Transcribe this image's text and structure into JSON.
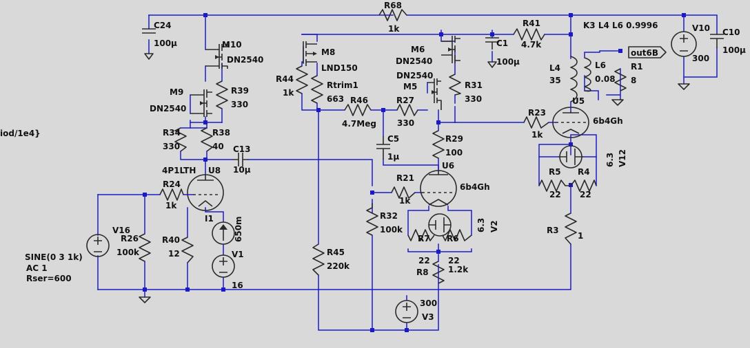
{
  "labels": {
    "R68": "R68",
    "R68_v": "1k",
    "C24": "C24",
    "C24_v": "100µ",
    "M10": "M10",
    "M10_v": "DN2540",
    "R39": "R39",
    "R39_v": "330",
    "M9": "M9",
    "M9_v": "DN2540",
    "R34": "R34",
    "R34_v": "330",
    "R38": "R38",
    "R38_v": "40",
    "C13": "C13",
    "C13_v": "10µ",
    "U8": "U8",
    "U8_v": "4P1LTH",
    "R24": "R24",
    "R24_v": "1k",
    "R26": "R26",
    "R26_v": "100k",
    "V16": "V16",
    "src1": "SINE(0 3 1k)",
    "src2": "AC 1",
    "src3": "Rser=600",
    "R40": "R40",
    "R40_v": "12",
    "I1": "I1",
    "I1_v": "650m",
    "V1": "V1",
    "V1_v": "16",
    "M8": "M8",
    "M8_v": "LND150",
    "R44": "R44",
    "R44_v": "1k",
    "Rtrim1": "Rtrim1",
    "Rtrim1_v": "663",
    "R46": "R46",
    "R46_v": "4.7Meg",
    "M6": "M6",
    "M6_v": "DN2540",
    "M5": "M5",
    "M5_v": "DN2540",
    "R31": "R31",
    "R31_v": "330",
    "R27": "R27",
    "R27_v": "330",
    "C5": "C5",
    "C5_v": "1µ",
    "R29": "R29",
    "R29_v": "100",
    "U6": "U6",
    "U6_v": "6b4Gh",
    "R21": "R21",
    "R21_v": "1k",
    "R32": "R32",
    "R32_v": "100k",
    "V2": "V2",
    "V2_v": "6.3",
    "R7": "R7",
    "R7_v": "22",
    "R6": "R6",
    "R6_v": "22",
    "R8": "R8",
    "R8_v": "1.2k",
    "R45": "R45",
    "R45_v": "220k",
    "V3": "V3",
    "V3_v": "300",
    "R41": "R41",
    "R41_v": "4.7k",
    "C1": "C1",
    "C1_v": "100µ",
    "K3": "K3 L4 L6 0.9996",
    "L4": "L4",
    "L4_v": "35",
    "L6": "L6",
    "L6_v": "0.08",
    "R1": "R1",
    "R1_v": "8",
    "out": "out6B",
    "R23": "R23",
    "R23_v": "1k",
    "U5": "U5",
    "U5_v": "6b4Gh",
    "V12": "V12",
    "V12_v": "6.3",
    "R5": "R5",
    "R5_v": "22",
    "R4": "R4",
    "R4_v": "22",
    "R3": "R3",
    "R3_v": "1",
    "V10": "V10",
    "V10_v": "300",
    "C10": "C10",
    "C10_v": "100µ",
    "side": "iod/1e4}"
  }
}
